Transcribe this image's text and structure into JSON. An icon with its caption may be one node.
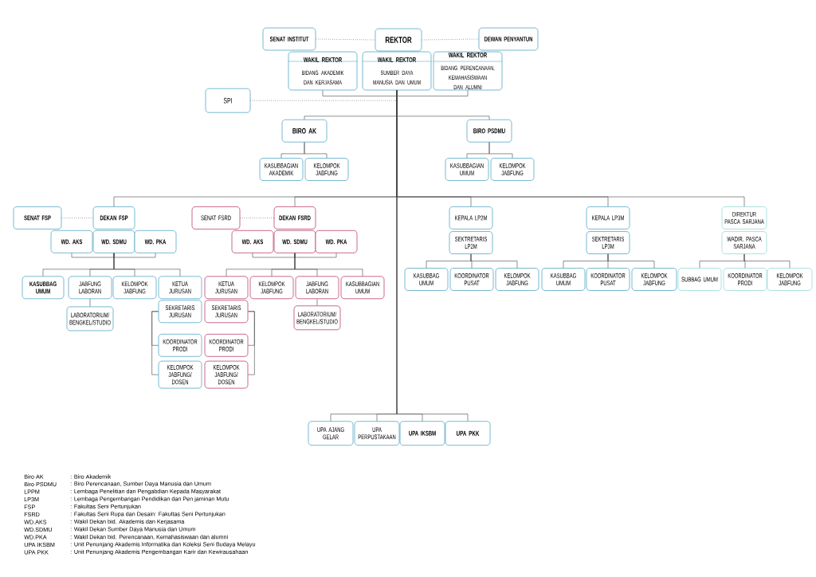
{
  "diagram": {
    "nodes": [
      {
        "text": [
          "SENAT INSTITUT"
        ]
      },
      {
        "text": [
          "REKTOR"
        ]
      },
      {
        "text": [
          "DEWAN PENYANTUN"
        ]
      },
      {
        "text": [
          "WAKIL REKTOR",
          "BIDANG AKADEMIK DAN KERJASAMA"
        ]
      },
      {
        "text": [
          "WAKIL REKTOR",
          "SUMBER DAYA MANUSIA DAN UMUM"
        ]
      },
      {
        "text": [
          "WAKIL REKTOR",
          "BIDANG PERENCANAAN, KEMAHASISWAAN DAN ALUMNI"
        ]
      },
      {
        "text": [
          "SPI"
        ]
      },
      {
        "text": [
          "BIRO AK"
        ]
      },
      {
        "text": [
          "KASUBBAGIAN AKADEMIK"
        ]
      },
      {
        "text": [
          "KELOMPOK JABFUNG"
        ]
      },
      {
        "text": [
          "BIRO PSDMU"
        ]
      },
      {
        "text": [
          "KASUBBAGIAN UMUM"
        ]
      },
      {
        "text": [
          "KELOMPOK JABFUNG"
        ]
      },
      {
        "text": [
          "SENAT FSP"
        ]
      },
      {
        "text": [
          "DEKAN FSP"
        ]
      },
      {
        "text": [
          "WD. AKS"
        ]
      },
      {
        "text": [
          "WD. SDMU"
        ]
      },
      {
        "text": [
          "WD. PKA"
        ]
      },
      {
        "text": [
          "KASUBBAG UMUM"
        ]
      },
      {
        "text": [
          "JABFUNG LABORAN"
        ]
      },
      {
        "text": [
          "LABORATORIUM/ BENGKEL/STUDIO"
        ]
      },
      {
        "text": [
          "KELOMPOK JABFUNG"
        ]
      },
      {
        "text": [
          "KETUA JURUSAN"
        ]
      },
      {
        "text": [
          "SEKRETARIS JURUSAN"
        ]
      },
      {
        "text": [
          "KOORDINATOR PRODI"
        ]
      },
      {
        "text": [
          "KELOMPOK JABFUNG/ DOSEN"
        ]
      },
      {
        "text": [
          "SENAT FSRD"
        ]
      },
      {
        "text": [
          "DEKAN FSRD"
        ]
      },
      {
        "text": [
          "WD. AKS"
        ]
      },
      {
        "text": [
          "WD. SDMU"
        ]
      },
      {
        "text": [
          "WD. PKA"
        ]
      },
      {
        "text": [
          "KETUA JURUSAN"
        ]
      },
      {
        "text": [
          "SEKRETARIS JURUSAN"
        ]
      },
      {
        "text": [
          "KOORDINATOR PRODI"
        ]
      },
      {
        "text": [
          "KELOMPOK JABFUNG/ DOSEN"
        ]
      },
      {
        "text": [
          "KELOMPOK JABFUNG"
        ]
      },
      {
        "text": [
          "JABFUNG LABORAN"
        ]
      },
      {
        "text": [
          "LABORATORIUM/ BENGKEL/STUDIO"
        ]
      },
      {
        "text": [
          "KASUBBAGIAN UMUM"
        ]
      },
      {
        "text": [
          "KEPALA LP2M"
        ]
      },
      {
        "text": [
          "SEKTRETARIS LP2M"
        ]
      },
      {
        "text": [
          "KASUBBAG UMUM"
        ]
      },
      {
        "text": [
          "KOORDINATOR PUSAT"
        ]
      },
      {
        "text": [
          "KELOMPOK JABFUNG"
        ]
      },
      {
        "text": [
          "KEPALA LP3M"
        ]
      },
      {
        "text": [
          "SEKTRETARIS LP3M"
        ]
      },
      {
        "text": [
          "KASUBBAG UMUM"
        ]
      },
      {
        "text": [
          "KOORDINATOR PUSAT"
        ]
      },
      {
        "text": [
          "KELOMPOK JABFUNG"
        ]
      },
      {
        "text": [
          "DIREKTUR PASCA SARJANA"
        ]
      },
      {
        "text": [
          "WADIR. PASCA SARJANA"
        ]
      },
      {
        "text": [
          "SUBBAG UMUM"
        ]
      },
      {
        "text": [
          "KOORDINATOR PRODI"
        ]
      },
      {
        "text": [
          "KELOMPOK JABFUNG"
        ]
      },
      {
        "text": [
          "UPA AJANG GELAR"
        ]
      },
      {
        "text": [
          "UPA PERPUSTAKAAN"
        ]
      },
      {
        "text": [
          "UPA IKSBM"
        ]
      },
      {
        "text": [
          "UPA PKK"
        ]
      }
    ],
    "edges": [
      {
        "from": 0,
        "to": 1,
        "arrow": "none",
        "style": "dashed"
      },
      {
        "from": 1,
        "to": 2,
        "arrow": "none",
        "style": "dashed"
      },
      {
        "from": 6,
        "to": 4,
        "arrow": "none",
        "style": "dashed"
      },
      {
        "from": 3,
        "to": 4,
        "arrow": "none"
      },
      {
        "from": 5,
        "to": 4,
        "arrow": "none"
      },
      {
        "from": 4,
        "to": 7,
        "arrow": "none"
      },
      {
        "from": 4,
        "to": 10,
        "arrow": "none"
      },
      {
        "from": 7,
        "to": 8,
        "arrow": "none"
      },
      {
        "from": 7,
        "to": 9,
        "arrow": "none"
      },
      {
        "from": 10,
        "to": 11,
        "arrow": "none"
      },
      {
        "from": 10,
        "to": 12,
        "arrow": "none"
      },
      {
        "from": 4,
        "to": 14,
        "arrow": "none"
      },
      {
        "from": 4,
        "to": 27,
        "arrow": "none"
      },
      {
        "from": 4,
        "to": 39,
        "arrow": "none"
      },
      {
        "from": 4,
        "to": 44,
        "arrow": "none"
      },
      {
        "from": 4,
        "to": 49,
        "arrow": "none"
      },
      {
        "from": 4,
        "to": 54,
        "arrow": "none"
      },
      {
        "from": 4,
        "to": 55,
        "arrow": "none"
      },
      {
        "from": 4,
        "to": 56,
        "arrow": "none"
      },
      {
        "from": 4,
        "to": 57,
        "arrow": "none"
      },
      {
        "from": 13,
        "to": 14,
        "arrow": "none",
        "style": "dashed"
      },
      {
        "from": 15,
        "to": 16,
        "arrow": "none"
      },
      {
        "from": 17,
        "to": 16,
        "arrow": "none"
      },
      {
        "from": 16,
        "to": 18,
        "arrow": "none"
      },
      {
        "from": 16,
        "to": 19,
        "arrow": "none"
      },
      {
        "from": 16,
        "to": 21,
        "arrow": "none"
      },
      {
        "from": 16,
        "to": 22,
        "arrow": "none"
      },
      {
        "from": 19,
        "to": 20,
        "arrow": "none"
      },
      {
        "from": 23,
        "to": 24,
        "arrow": "none"
      },
      {
        "from": 23,
        "to": 25,
        "arrow": "none"
      },
      {
        "from": 26,
        "to": 27,
        "arrow": "none",
        "style": "dashed"
      },
      {
        "from": 28,
        "to": 29,
        "arrow": "none"
      },
      {
        "from": 30,
        "to": 29,
        "arrow": "none"
      },
      {
        "from": 29,
        "to": 31,
        "arrow": "none"
      },
      {
        "from": 29,
        "to": 35,
        "arrow": "none"
      },
      {
        "from": 29,
        "to": 36,
        "arrow": "none"
      },
      {
        "from": 29,
        "to": 38,
        "arrow": "none"
      },
      {
        "from": 36,
        "to": 37,
        "arrow": "none"
      },
      {
        "from": 32,
        "to": 33,
        "arrow": "none"
      },
      {
        "from": 32,
        "to": 34,
        "arrow": "none"
      },
      {
        "from": 40,
        "to": 41,
        "arrow": "none"
      },
      {
        "from": 40,
        "to": 42,
        "arrow": "none"
      },
      {
        "from": 40,
        "to": 43,
        "arrow": "none"
      },
      {
        "from": 45,
        "to": 46,
        "arrow": "none"
      },
      {
        "from": 45,
        "to": 47,
        "arrow": "none"
      },
      {
        "from": 45,
        "to": 48,
        "arrow": "none"
      },
      {
        "from": 50,
        "to": 51,
        "arrow": "none"
      },
      {
        "from": 50,
        "to": 52,
        "arrow": "none"
      },
      {
        "from": 50,
        "to": 53,
        "arrow": "none"
      }
    ],
    "labels": [
      "Biro AK",
      ": Biro Akademik",
      "Biro PSDMU",
      ": Biro Perencanaan, Sumber Daya Manusia dan Umum",
      "LPPM",
      ": Lembaga Penelitian dan Pengabdian Kepada Masyarakat",
      "LP3M",
      ": Lembaga Pengembangan Pendidikan dan Pen jaminan Mutu",
      "FSP",
      ": Fakultas Seni Pertunjukan",
      "FSRD",
      ": Fakultas Seni Rupa dan Desain: Fakultas Seni Pertunjukan",
      "WD.AKS",
      ": Wakil Dekan bid. Akademis dan Kerjasama",
      "WD.SDMU",
      ": Wakil Dekan Sumber Daya Manusia dan Umum",
      "WD.PKA",
      ": Wakil Dekan bid. Perencanaan, Kemahasiswaan dan alumni",
      "UPA IKSBM",
      ": Unit Penunjang Akademis Informatika dan Koleksi Seni Budaya Melayu",
      "UPA PKK",
      ": Unit Penunjang Akademis Pengembangan Karir dan Kewirausahaan"
    ]
  }
}
